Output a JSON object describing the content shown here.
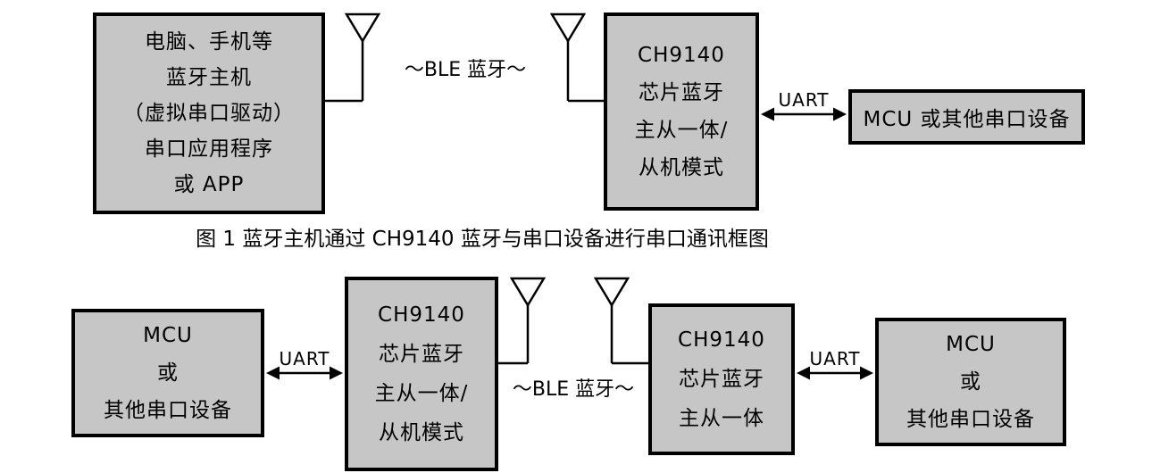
{
  "figure1": {
    "host_box_lines": [
      "电脑、手机等",
      "蓝牙主机",
      "（虚拟串口驱动）",
      "串口应用程序",
      "或 APP"
    ],
    "ble_label": "～BLE 蓝牙～",
    "ch9140_box_lines": [
      "CH9140",
      "芯片蓝牙",
      "主从一体/",
      "从机模式"
    ],
    "uart_label": "UART",
    "mcu_box_lines": [
      "MCU 或其他串口设备"
    ],
    "caption": "图 1 蓝牙主机通过 CH9140 蓝牙与串口设备进行串口通讯框图"
  },
  "figure2": {
    "mcu_left_lines": [
      "MCU",
      "或",
      "其他串口设备"
    ],
    "uart_left_label": "UART",
    "ch9140_left_lines": [
      "CH9140",
      "芯片蓝牙",
      "主从一体/",
      "从机模式"
    ],
    "ble_label": "～BLE 蓝牙～",
    "ch9140_right_lines": [
      "CH9140",
      "芯片蓝牙",
      "主从一体"
    ],
    "uart_right_label": "UART",
    "mcu_right_lines": [
      "MCU",
      "或",
      "其他串口设备"
    ]
  },
  "colors": {
    "background": "#ffffff",
    "box_fill": "#c6c6c6",
    "box_border": "#000000",
    "line_color": "#000000"
  }
}
